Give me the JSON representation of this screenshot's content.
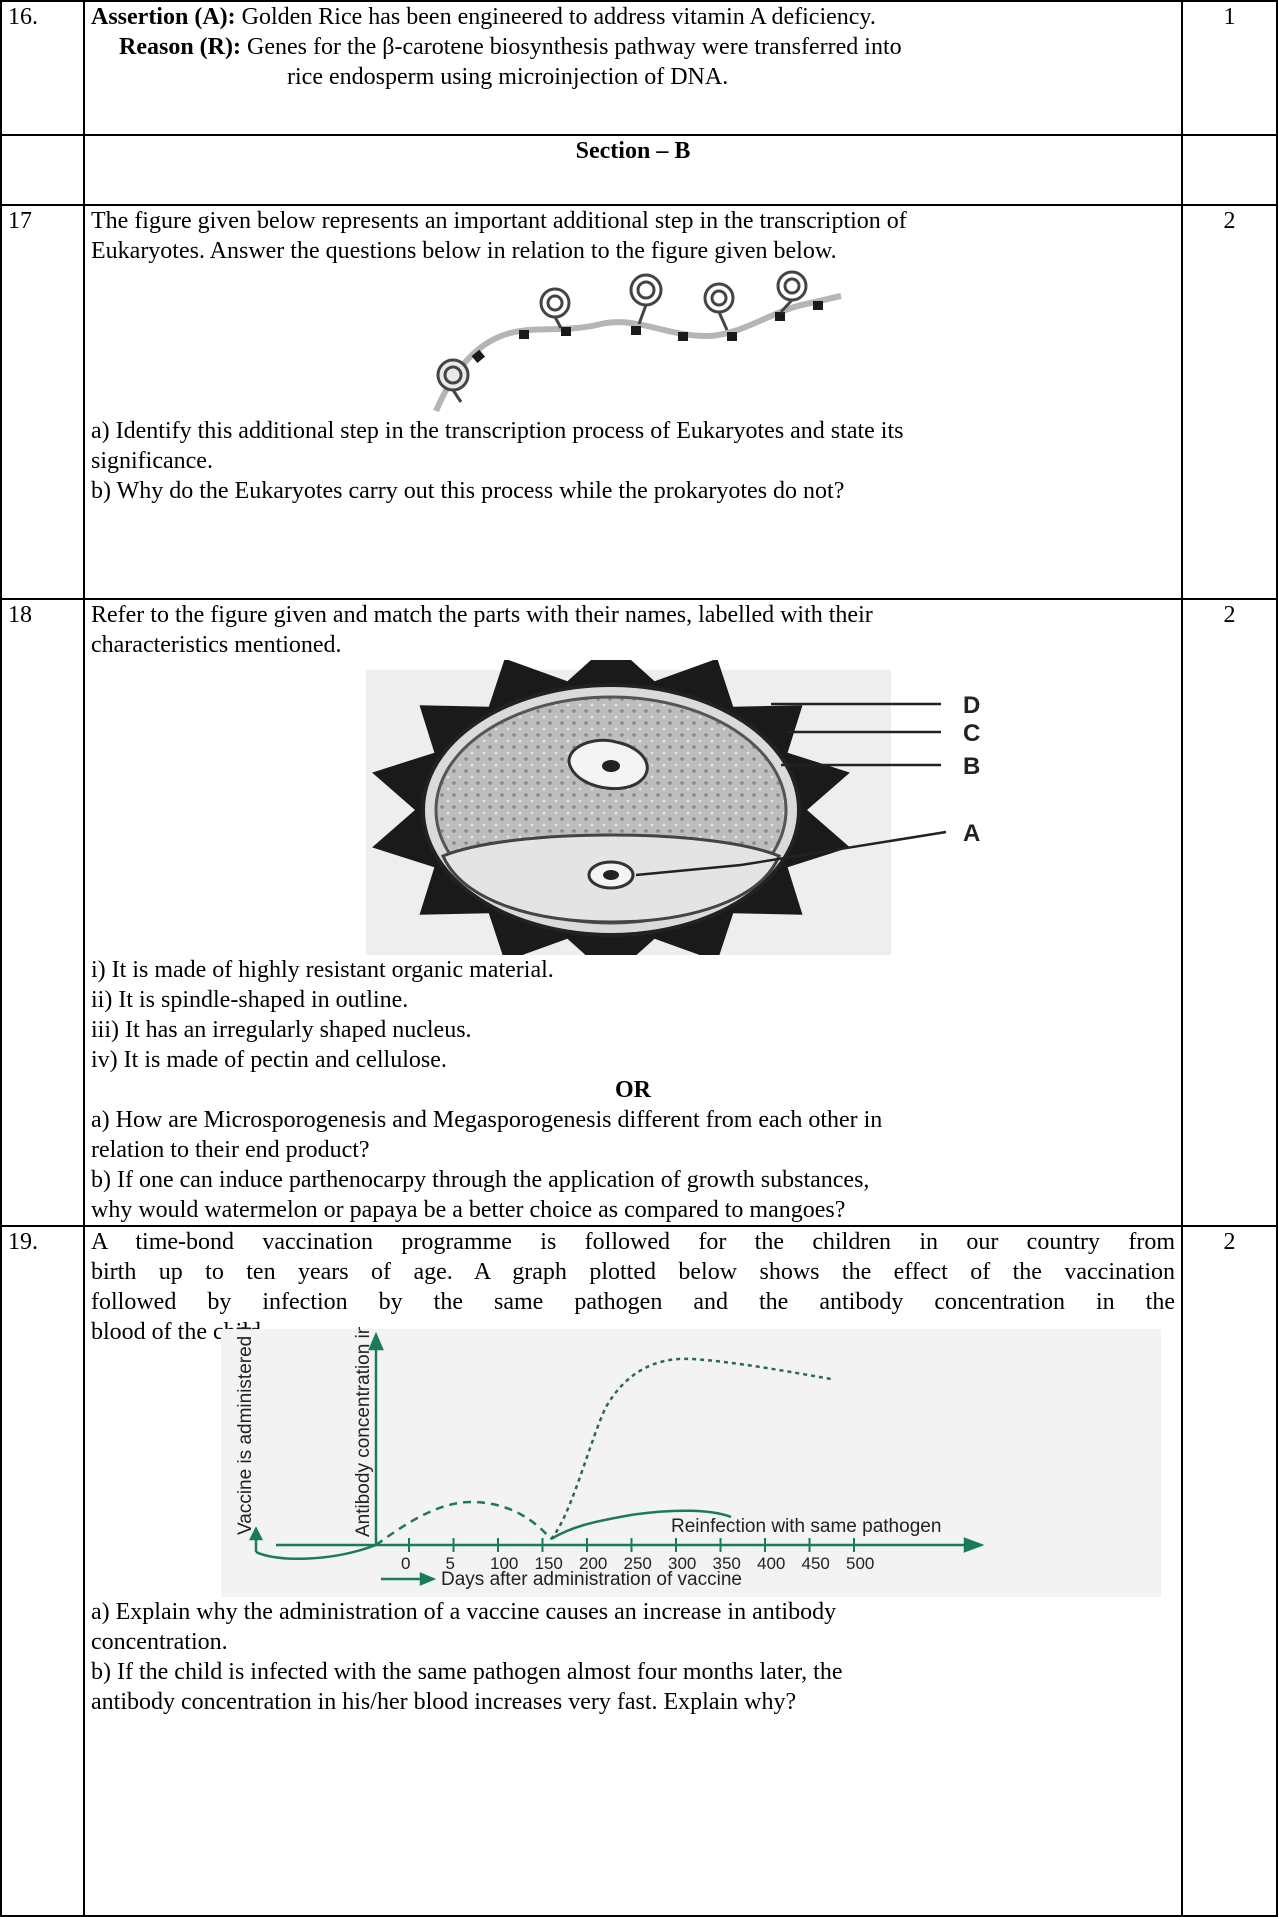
{
  "q16": {
    "num": "16.",
    "marks": "1",
    "assertion_label": "Assertion (A):",
    "assertion_text": " Golden Rice has been engineered to address vitamin A deficiency.",
    "reason_label": "Reason (R):",
    "reason_text_1": " Genes for the β-carotene biosynthesis pathway were transferred into",
    "reason_text_2": "rice endosperm using microinjection of DNA."
  },
  "section_b": {
    "title": "Section – B"
  },
  "q17": {
    "num": "17",
    "marks": "2",
    "stem_1": "The figure given below represents an important additional step in the transcription of",
    "stem_2": "Eukaryotes. Answer the questions below in relation to the figure given below.",
    "part_a_1": "a) Identify this additional step in the transcription process of Eukaryotes and state its",
    "part_a_2": "significance.",
    "part_b": "b) Why do the Eukaryotes carry out this process while the prokaryotes do not?"
  },
  "q18": {
    "num": "18",
    "marks": "2",
    "stem_1": "Refer to the figure given and match the parts with their names, labelled with their",
    "stem_2": "characteristics mentioned.",
    "fig_labels": {
      "d": "D",
      "c": "C",
      "b": "B",
      "a": "A"
    },
    "opt_i": "i)  It is made of highly resistant organic material.",
    "opt_ii": "ii) It is spindle-shaped in outline.",
    "opt_iii": "iii) It has an irregularly shaped nucleus.",
    "opt_iv": "iv) It is made of pectin and cellulose.",
    "or": "OR",
    "alt_a_1": "a) How are Microsporogenesis and Megasporogenesis different from each other in",
    "alt_a_2": "relation to their end product?",
    "alt_b_1": "b) If one can induce parthenocarpy through the application of growth substances,",
    "alt_b_2": "why would watermelon or papaya be a better choice as compared to mangoes?"
  },
  "q19": {
    "num": "19.",
    "marks": "2",
    "stem_1": "A time-bond vaccination programme is followed for the children in our country from",
    "stem_2": "birth up to ten years of age. A graph plotted below shows the effect of the vaccination",
    "stem_3": "followed by infection by the same pathogen and the antibody concentration in the",
    "stem_4": "blood of the child.",
    "part_a_1": "a) Explain why the administration of a vaccine causes an increase in antibody",
    "part_a_2": "concentration.",
    "part_b_1": "b) If the child is infected with the same pathogen almost four months later, the",
    "part_b_2": "antibody concentration in his/her blood increases very fast. Explain why?"
  },
  "chart_data": {
    "type": "line",
    "title": "",
    "xlabel": "Days after administration of vaccine",
    "ylabel": "Antibody concentration in Blood",
    "vaccine_label": "Vaccine is administered here",
    "annotation": "Reinfection with same pathogen",
    "x_ticks": [
      "0",
      "5",
      "100",
      "150",
      "200",
      "250",
      "300",
      "350",
      "400",
      "450",
      "500"
    ],
    "grid": false
  }
}
